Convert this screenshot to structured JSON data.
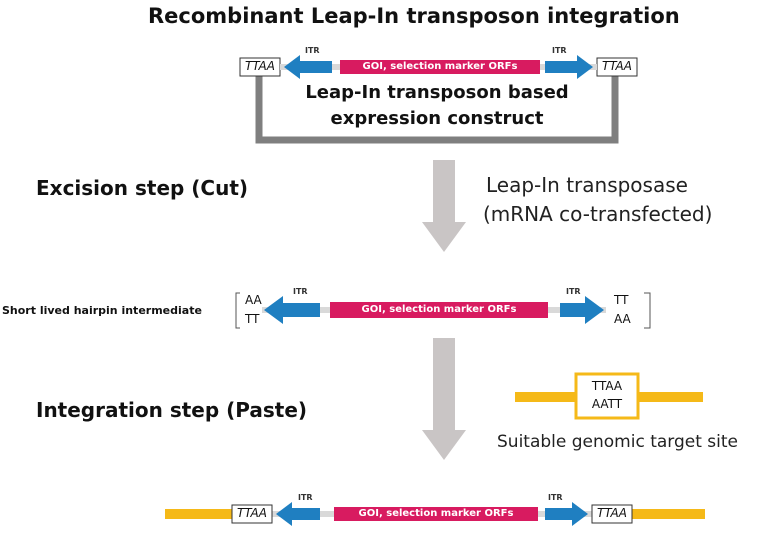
{
  "title": "Recombinant Leap-In transposon integration",
  "colors": {
    "itr_arrow": "#1f7fc1",
    "goi_bar": "#d81b60",
    "connector": "#d9d9d9",
    "bracket": "#7f7f7f",
    "step_arrow": "#c9c5c5",
    "genomic": "#f5b918",
    "target_border": "#f5b918"
  },
  "construct": {
    "left_box": "TTAA",
    "right_box": "TTAA",
    "itr_left": "ITR",
    "itr_right": "ITR",
    "goi_label": "GOI, selection marker ORFs",
    "caption_line1": "Leap-In transposon based",
    "caption_line2": "expression construct"
  },
  "excision": {
    "heading": "Excision step (Cut)",
    "note_line1": "Leap-In transposase",
    "note_line2": "(mRNA co-transfected)"
  },
  "hairpin": {
    "label": "Short lived hairpin intermediate",
    "left_top": "AA",
    "left_bottom": "TT",
    "right_top": "TT",
    "right_bottom": "AA",
    "itr_left": "ITR",
    "itr_right": "ITR",
    "goi_label": "GOI, selection marker ORFs"
  },
  "integration": {
    "heading": "Integration step (Paste)",
    "target_top": "TTAA",
    "target_bottom": "AATT",
    "target_caption": "Suitable genomic  target site"
  },
  "result": {
    "left_box": "TTAA",
    "right_box": "TTAA",
    "itr_left": "ITR",
    "itr_right": "ITR",
    "goi_label": "GOI, selection marker ORFs"
  },
  "icons": [
    "itr-left-arrow",
    "itr-right-arrow",
    "step-down-arrow"
  ]
}
